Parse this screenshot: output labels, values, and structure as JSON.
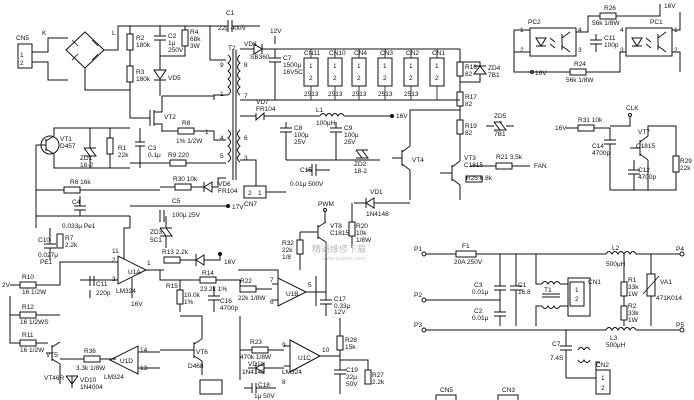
{
  "labels": {
    "cn5": "CN5",
    "k": "K",
    "l": "L",
    "r2": "R2",
    "r2v": "180k",
    "c2": "C2",
    "c2v": "1μ",
    "c2v2": "250V",
    "r4": "R4",
    "r4v": "68k",
    "r4v2": "3W",
    "r3": "R3",
    "r3v": "180k",
    "vd5": "VD5",
    "c1": "C1",
    "c1v": "22μ 400V",
    "v12a": "12V",
    "vd8": "VD8",
    "vd8v": "SB360",
    "c7": "C7",
    "c7v": "1500μ",
    "c7v2": "16V5C",
    "t2": "T2",
    "cn11": "CN11",
    "cn10": "CN10",
    "cn4": "CN4",
    "cn3": "CN3",
    "cn2": "CN2",
    "cn1": "CN1",
    "p2513": "2513",
    "r18": "R18",
    "r18v": "82",
    "zd4": "ZD4",
    "zd4v": "7B1",
    "r17": "R17",
    "r17v": "82",
    "r19": "R19",
    "r19v": "82",
    "zd5": "ZD5",
    "zd5v": "7B1",
    "vt1": "VT1",
    "vt1v": "D457",
    "zd1": "ZD1",
    "zd1v": "18-2",
    "r1": "R1",
    "r1v": "22k",
    "c3": "C3",
    "c3v": "0.1μ",
    "vt2": "VT2",
    "r8": "R8",
    "r8v": "1% 1/2W",
    "vd7": "VD7",
    "vd7v": "FR104",
    "c8": "C8",
    "c8v": "100μ",
    "c8v2": "25V",
    "l1": "L1",
    "l1v": "100μH",
    "c9": "C9",
    "c9v": "100μ",
    "c9v2": "25V",
    "v16a": "16V",
    "r9": "R9 220",
    "r30": "R30 10k",
    "vd6": "VD6",
    "vd6v": "FR104",
    "c15": "C15",
    "c15v": "0.01μ 500V",
    "zd2": "ZD2",
    "zd2v": "18-2",
    "vt4": "VT4",
    "vt3": "VT3",
    "vt3v": "C1815",
    "r21": "R21 3.5k",
    "fan": "FAN",
    "r25": "R25 6.8k",
    "r6": "R6 16k",
    "c4": "C4",
    "c4v": "0.033μ Pe1",
    "c5": "C5",
    "c5v": "100μ 25V",
    "v17": "17V",
    "cn7": "CN7",
    "pwm": "PWM",
    "vt8": "VT8",
    "vt8v": "C1815",
    "vd1": "VD1",
    "vd1v": "1N4148",
    "r20": "R20",
    "r20v": "10k",
    "r20v2": "1/8W",
    "zd3": "ZD3",
    "zd3v": "5C1",
    "c10": "C10",
    "c10v": "0.027μ",
    "c10v2": "PE1",
    "r7": "R7",
    "r7v": "2.2k",
    "r32": "R32",
    "r32v": "22k",
    "r32v2": "1/8",
    "u1a": "U1A",
    "lm324a": "LM324",
    "r13": "R13 2.2k",
    "r14": "R14",
    "r14v": "23.2k 1%",
    "v16b": "16V",
    "v16c": "16V",
    "r10": "R10",
    "r10v": "16 1/2W",
    "v2": "2V",
    "c11": "C11",
    "c11v": "220p",
    "r15": "R15",
    "r15v": "10.0k",
    "r15v2": "1%",
    "c16": "C16",
    "c16v": "4700p",
    "r22": "R22",
    "r22v": "22k 1/8W",
    "u1b": "U1B",
    "c17": "C17",
    "c17v": "0.33μ",
    "r12": "R12",
    "r12v": "16 1/2WS",
    "r11": "R11",
    "r11v": "16 1/2W",
    "vt5": "VT5",
    "vt5v": "VT46R",
    "r36": "R36",
    "r36v": "3.3k 1/8W",
    "u1d": "U1D",
    "lm324b": "LM324",
    "vd10": "VD10",
    "vd10v": "1N4004",
    "vt6": "VT6",
    "vt6v": "D468",
    "r23": "R23",
    "r23v": "470k 1/8W",
    "vd11": "VD11",
    "vd11v": "1N4148",
    "u1c": "U1C",
    "lm324c": "LM324",
    "r28": "R28",
    "r28v": "15k",
    "c18": "C18",
    "c18v": "1μ 50V",
    "v12b": "12V",
    "c19": "C19",
    "c19v": "22μ",
    "c19v2": "50V",
    "r27": "R27",
    "r27v": "2.2k",
    "cn5b": "CN5",
    "cn3b": "CN3",
    "pc2": "PC2",
    "r26": "R26",
    "r26v": "56k 1/8W",
    "c11b": "C11",
    "c11bv": "100p",
    "pc1": "PC1",
    "v16d": "16V",
    "v16e": "16V",
    "r24": "R24",
    "r24v": "56k 1/8W",
    "clk": "CLK",
    "r31": "R31 10k",
    "vt7": "VT7",
    "vt7v": "C1815",
    "c14": "C14",
    "c14v": "4700p",
    "c12": "C12",
    "c12v": "4700p",
    "r29": "R29",
    "r29v": "22k",
    "v16f": "16V",
    "p1": "P1",
    "f1": "F1",
    "f1v": "20A 250V",
    "l2": "L2",
    "l2v": "500μH",
    "p4": "P4",
    "c3b": "C3",
    "c3bv": "0.01μ",
    "c1b": "C1",
    "c1bv": "16.8",
    "t1": "T1",
    "cn1b": "CN1",
    "r1b": "R1",
    "r1bv": "33k",
    "r1bv2": "1W",
    "va1": "VA1",
    "va1v": "471K014",
    "p2": "P2",
    "c2b": "C2",
    "c2bv": "0.01μ",
    "l3": "L3",
    "l3v": "500μH",
    "r2b": "R2",
    "r2bv": "33k",
    "r2bv2": "1W",
    "p3": "P3",
    "p5": "P5",
    "c7b": "C7",
    "c7bv": "7.4S",
    "cn2b": "CN2",
    "watermark": "精通维修下载",
    "watermark2": "www.gzweix.com"
  },
  "colors": {
    "ink": "#111111",
    "paper": "#ffffff",
    "watermark": "#bbbbbb"
  }
}
